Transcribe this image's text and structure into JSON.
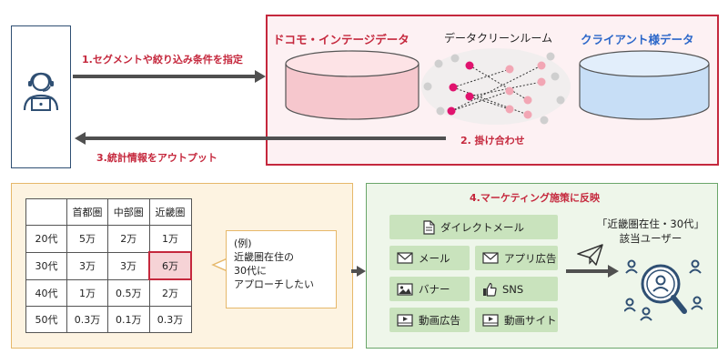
{
  "steps": {
    "step1": "1.セグメントや絞り込み条件を指定",
    "step2": "2. 掛け合わせ",
    "step3": "3.統計情報をアウトプット",
    "step4": "4.マーケティング施策に反映"
  },
  "sources": {
    "docomo": "ドコモ・インテージデータ",
    "cleanroom": "データクリーンルーム",
    "client": "クライアント様データ"
  },
  "table": {
    "headers": [
      "",
      "首都圏",
      "中部圏",
      "近畿圏"
    ],
    "rows": [
      [
        "20代",
        "5万",
        "2万",
        "1万"
      ],
      [
        "30代",
        "3万",
        "3万",
        "6万"
      ],
      [
        "40代",
        "1万",
        "0.5万",
        "2万"
      ],
      [
        "50代",
        "0.3万",
        "0.1万",
        "0.3万"
      ]
    ]
  },
  "callout": {
    "line1": "(例)",
    "line2": "近畿圏在住の",
    "line3": "30代に",
    "line4": "アプローチしたい"
  },
  "channels": {
    "direct_mail": "ダイレクトメール",
    "email": "メール",
    "app_ad": "アプリ広告",
    "banner": "バナー",
    "sns": "SNS",
    "video_ad": "動画広告",
    "video_site": "動画サイト"
  },
  "target": {
    "line1": "「近畿圏在住・30代」",
    "line2": "該当ユーザー"
  },
  "colors": {
    "red": "#c5283d",
    "pink_cylinder": "#f6c7cd",
    "blue_cylinder": "#c7def6",
    "dark_blue": "#2f4f73",
    "green_chip": "#c9e3bd",
    "orange_border": "#e6b86a"
  }
}
